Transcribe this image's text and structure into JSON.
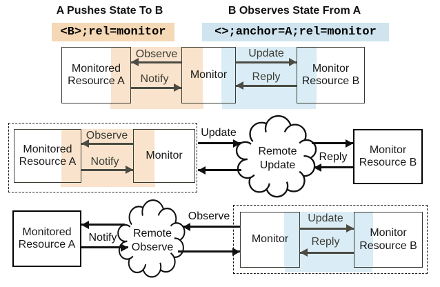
{
  "headings": {
    "left": "A Pushes State To B",
    "right": "B Observes State From A"
  },
  "code_chips": {
    "left": "<B>;rel=monitor",
    "right": "<>;anchor=A;rel=monitor"
  },
  "colors": {
    "peach_chip": "#f5d8b5",
    "peach_band": "#f9e3cc",
    "blue_chip": "#cfe4ef",
    "blue_band": "#daecf5",
    "arrow_gray": "#4b4b43",
    "arrow_black": "#101010"
  },
  "row1": {
    "resource_a_line1": "Monitored",
    "resource_a_line2": "Resource A",
    "monitor": "Monitor",
    "resource_b_line1": "Monitor",
    "resource_b_line2": "Resource B",
    "observe": "Observe",
    "notify": "Notify",
    "update": "Update",
    "reply": "Reply"
  },
  "row2": {
    "resource_a_line1": "Monitored",
    "resource_a_line2": "Resource A",
    "monitor": "Monitor",
    "resource_b_line1": "Monitor",
    "resource_b_line2": "Resource B",
    "observe": "Observe",
    "notify": "Notify",
    "update": "Update",
    "reply": "Reply",
    "cloud_line1": "Remote",
    "cloud_line2": "Update"
  },
  "row3": {
    "resource_a_line1": "Monitored",
    "resource_a_line2": "Resource A",
    "monitor": "Monitor",
    "resource_b_line1": "Monitor",
    "resource_b_line2": "Resource B",
    "observe": "Observe",
    "notify": "Notify",
    "update": "Update",
    "reply": "Reply",
    "cloud_line1": "Remote",
    "cloud_line2": "Observe"
  }
}
